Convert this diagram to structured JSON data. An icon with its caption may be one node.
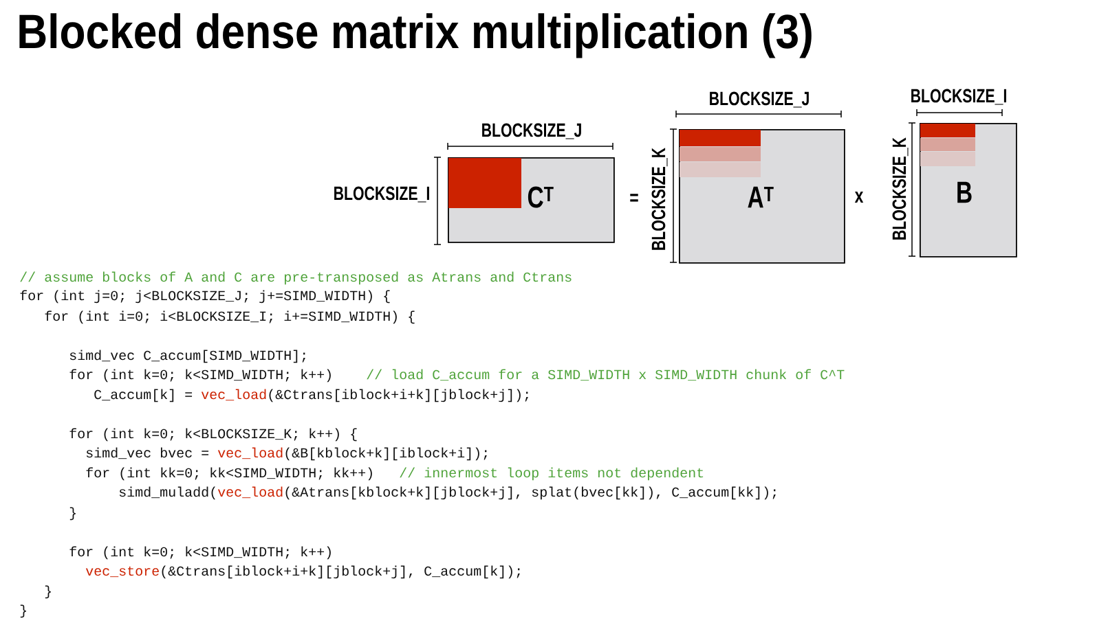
{
  "diagram": {
    "title": "Blocked dense matrix multiplication (3)",
    "nodes": [
      {
        "text": [
          "C$^{T}$"
        ]
      },
      {
        "text": [
          "A$^{T}$"
        ]
      },
      {
        "text": [
          "B"
        ]
      }
    ],
    "labels": [
      "BLOCKSIZE_J",
      "BLOCKSIZE_I",
      "=",
      "BLOCKSIZE_J",
      "BLOCKSIZE_K",
      "x",
      "BLOCKSIZE_I",
      "BLOCKSIZE_K",
      "// assume blocks of A and C are pre-transposed as Atrans and Ctrans",
      "for (int j=0; j<BLOCKSIZE_J; j+=SIMD_WIDTH) {",
      "for (int i=0; i<BLOCKSIZE_I; i+=SIMD_WIDTH) {",
      "simd_vec C_accum[SIMD_WIDTH];",
      "for (int k=0; k<SIMD_WIDTH; k++)",
      "// load C_accum for a SIMD_WIDTH x SIMD_WIDTH chunk of C^T",
      "C_accum[k] =",
      "vec_load",
      "(&Ctrans[iblock+i+k][jblock+j]);",
      "for (int k=0; k<BLOCKSIZE_K; k++) {",
      "simd_vec bvec =",
      "vec_load",
      "(&B[kblock+k][iblock+i]);",
      "for (int kk=0; kk<SIMD_WIDTH; kk++)",
      "// innermost loop items not dependent",
      "simd_muladd(",
      "vec_load",
      "(&Atrans[kblock+k][jblock+j], splat(bvec[kk]), C_accum[kk]);",
      "}",
      "for (int k=0; k<SIMD_WIDTH; k++)",
      "vec_store",
      "(&Ctrans[iblock+i+k][jblock+j], C_accum[k]);",
      "}",
      "}"
    ]
  }
}
